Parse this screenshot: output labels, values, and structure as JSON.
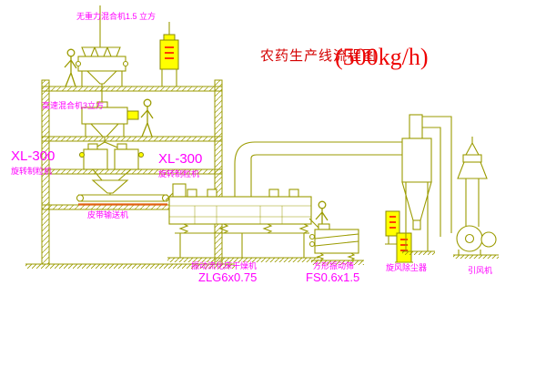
{
  "title": {
    "main": "农药生产线流程图",
    "capacity": "(500kg/h)"
  },
  "labels": {
    "mixer_top": "无重力混合机1.5 立方",
    "mixer_high_speed": "高速混合机3立方",
    "granulator_left_model": "XL-300",
    "granulator_left_name": "旋转制粒机",
    "granulator_center_model": "XL-300",
    "granulator_center_name": "旋转制粒机",
    "belt_conveyor": "皮带输送机",
    "dryer_name": "振动流化床干燥机",
    "dryer_model": "ZLG6x0.75",
    "screen_name": "方形振动筛",
    "screen_model": "FS0.6x1.5",
    "cyclone_name": "旋风除尘器",
    "fan_name": "引风机"
  },
  "colors": {
    "line": "#9b9b00",
    "label": "#ff00ff",
    "title": "#d40000",
    "capacity_text": "#ee0000",
    "cabinet": "#ffff00",
    "belt": "#e06010"
  }
}
